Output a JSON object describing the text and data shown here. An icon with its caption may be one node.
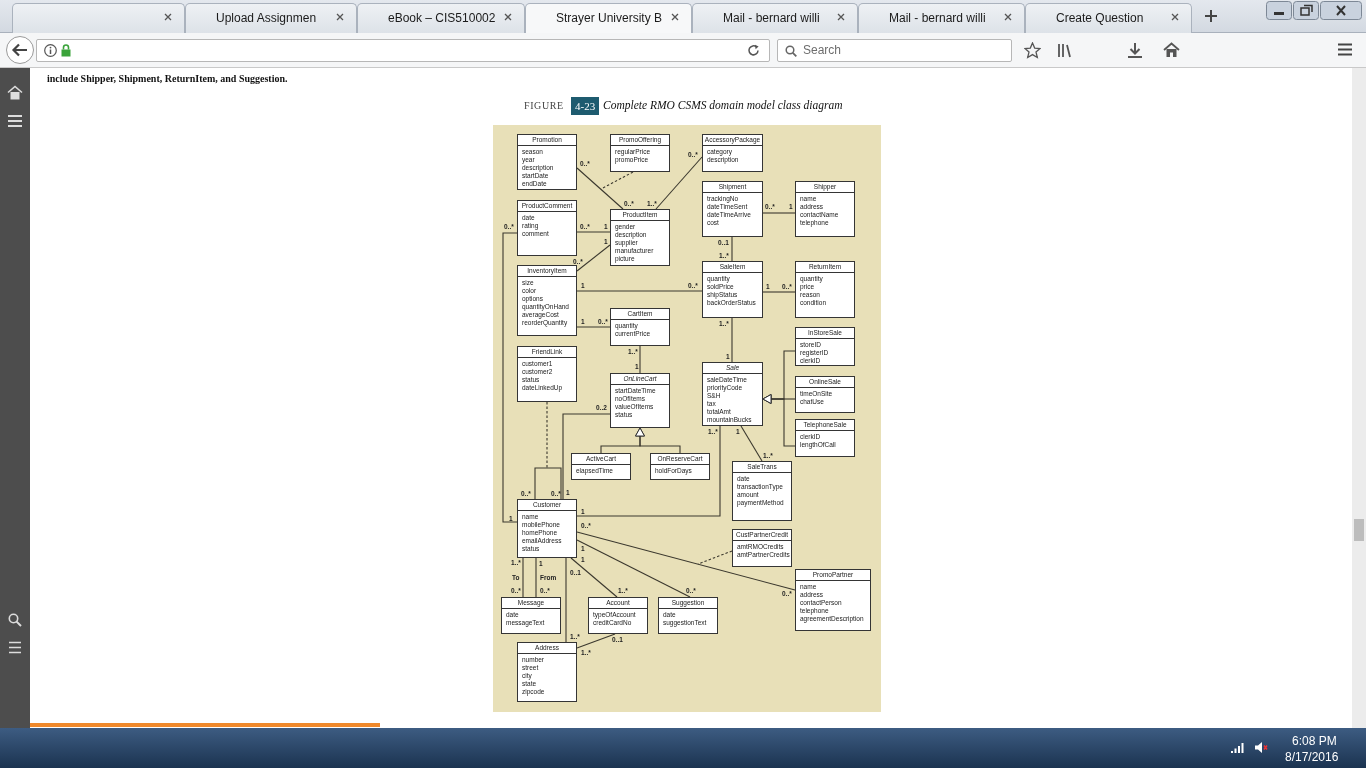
{
  "diagram": {
    "title": "Complete RMO CSMS domain model class diagram",
    "nodes": [
      {
        "text": [
          "Promotion",
          "season",
          "year",
          "description",
          "startDate",
          "endDate"
        ]
      },
      {
        "text": [
          "PromoOffering",
          "regularPrice",
          "promoPrice"
        ]
      },
      {
        "text": [
          "AccessoryPackage",
          "category",
          "description"
        ]
      },
      {
        "text": [
          "Shipment",
          "trackingNo",
          "dateTimeSent",
          "dateTimeArrive",
          "cost"
        ]
      },
      {
        "text": [
          "Shipper",
          "name",
          "address",
          "contactName",
          "telephone"
        ]
      },
      {
        "text": [
          "ProductComment",
          "date",
          "rating",
          "comment"
        ]
      },
      {
        "text": [
          "ProductItem",
          "gender",
          "description",
          "supplier",
          "manufacturer",
          "picture"
        ]
      },
      {
        "text": [
          "InventoryItem",
          "size",
          "color",
          "options",
          "quantityOnHand",
          "averageCost",
          "reorderQuantity"
        ]
      },
      {
        "text": [
          "SaleItem",
          "quantity",
          "soldPrice",
          "shipStatus",
          "backOrderStatus"
        ]
      },
      {
        "text": [
          "ReturnItem",
          "quantity",
          "price",
          "reason",
          "condition"
        ]
      },
      {
        "text": [
          "CartItem",
          "quantity",
          "currentPrice"
        ]
      },
      {
        "text": [
          "InStoreSale",
          "storeID",
          "registerID",
          "clerkID"
        ]
      },
      {
        "text": [
          "FriendLink",
          "customer1",
          "customer2",
          "status",
          "dateLinkedUp"
        ]
      },
      {
        "text": [
          "Sale",
          "saleDateTime",
          "priorityCode",
          "S&H",
          "tax",
          "totalAmt",
          "mountainBucks"
        ]
      },
      {
        "text": [
          "OnLineCart",
          "startDateTime",
          "noOfItems",
          "valueOfItems",
          "status"
        ]
      },
      {
        "text": [
          "OnlineSale",
          "timeOnSite",
          "chatUse"
        ]
      },
      {
        "text": [
          "TelephoneSale",
          "clerkID",
          "lengthOfCall"
        ]
      },
      {
        "text": [
          "ActiveCart",
          "elapsedTime"
        ]
      },
      {
        "text": [
          "OnReserveCart",
          "holdForDays"
        ]
      },
      {
        "text": [
          "SaleTrans",
          "date",
          "transactionType",
          "amount",
          "paymentMethod"
        ]
      },
      {
        "text": [
          "Customer",
          "name",
          "mobilePhone",
          "homePhone",
          "emailAddress",
          "status"
        ]
      },
      {
        "text": [
          "CustPartnerCredit",
          "amtRMOCredits",
          "amtPartnerCredits"
        ]
      },
      {
        "text": [
          "PromoPartner",
          "name",
          "address",
          "contactPerson",
          "telephone",
          "agreementDescription"
        ]
      },
      {
        "text": [
          "Message",
          "date",
          "messageText"
        ]
      },
      {
        "text": [
          "Account",
          "typeOfAccount",
          "creditCardNo"
        ]
      },
      {
        "text": [
          "Suggestion",
          "date",
          "suggestionText"
        ]
      },
      {
        "text": [
          "Address",
          "number",
          "street",
          "city",
          "state",
          "zipcode"
        ]
      }
    ],
    "edges": [
      {
        "from": 0,
        "to": 6,
        "arrow": "none"
      },
      {
        "from": 1,
        "to": null,
        "arrow": "none",
        "style": "dashed"
      },
      {
        "from": 2,
        "to": 6,
        "arrow": "none"
      },
      {
        "from": 3,
        "to": 4,
        "arrow": "none"
      },
      {
        "from": 5,
        "to": 6,
        "arrow": "none"
      },
      {
        "from": 7,
        "to": 6,
        "arrow": "none"
      },
      {
        "from": 5,
        "to": 20,
        "arrow": "none"
      },
      {
        "from": 3,
        "to": 8,
        "arrow": "none"
      },
      {
        "from": 7,
        "to": 8,
        "arrow": "none"
      },
      {
        "from": 8,
        "to": 9,
        "arrow": "none"
      },
      {
        "from": 7,
        "to": 10,
        "arrow": "none"
      },
      {
        "from": 10,
        "to": 14,
        "arrow": "none"
      },
      {
        "from": 8,
        "to": 13,
        "arrow": "none"
      },
      {
        "from": 11,
        "to": 13,
        "arrow": "to"
      },
      {
        "from": 15,
        "to": 13,
        "arrow": "to"
      },
      {
        "from": 16,
        "to": 13,
        "arrow": "to"
      },
      {
        "from": 12,
        "to": null,
        "arrow": "none",
        "style": "dashed"
      },
      {
        "from": 17,
        "to": 14,
        "arrow": "to"
      },
      {
        "from": 18,
        "to": 14,
        "arrow": "to"
      },
      {
        "from": 13,
        "to": 19,
        "arrow": "none"
      },
      {
        "from": 20,
        "to": 20,
        "arrow": "none"
      },
      {
        "from": 20,
        "to": 14,
        "arrow": "none"
      },
      {
        "from": 20,
        "to": 13,
        "arrow": "none"
      },
      {
        "from": 21,
        "to": null,
        "arrow": "none",
        "style": "dashed"
      },
      {
        "from": 20,
        "to": 22,
        "arrow": "none"
      },
      {
        "from": 20,
        "to": 25,
        "arrow": "none"
      },
      {
        "from": 20,
        "to": 24,
        "arrow": "none"
      },
      {
        "from": 20,
        "to": 23,
        "arrow": "none",
        "label": "To"
      },
      {
        "from": 20,
        "to": 23,
        "arrow": "none",
        "label": "From"
      },
      {
        "from": 20,
        "to": 26,
        "arrow": "none"
      },
      {
        "from": 24,
        "to": 26,
        "arrow": "none"
      }
    ],
    "labels": [
      "Upload Assignmen",
      "eBook – CIS510002",
      "Strayer University B",
      "Mail - bernard willi",
      "Mail - bernard willi",
      "Create Question",
      "Search",
      "include Shipper, Shipment, ReturnItem, and Suggestion.",
      "FIGURE",
      "4-23",
      "0..*",
      "0..*",
      "0..*",
      "1..*",
      "0..*",
      "1",
      "0..*",
      "0..*",
      "1",
      "1",
      "0..1",
      "1..*",
      "0..*",
      "1",
      "0..*",
      "1",
      "0..*",
      "1",
      "0..*",
      "1..*",
      "1..*",
      "1",
      "1",
      "0..2",
      "1..*",
      "1",
      "1..*",
      "0..*",
      "0..*",
      "1",
      "1",
      "1",
      "0..*",
      "1",
      "1",
      "1..*",
      "1",
      "0..1",
      "0..*",
      "0..*",
      "1..*",
      "0..*",
      "0..*",
      "1..*",
      "0..1",
      "1..*",
      "6:08 PM",
      "8/17/2016"
    ]
  }
}
